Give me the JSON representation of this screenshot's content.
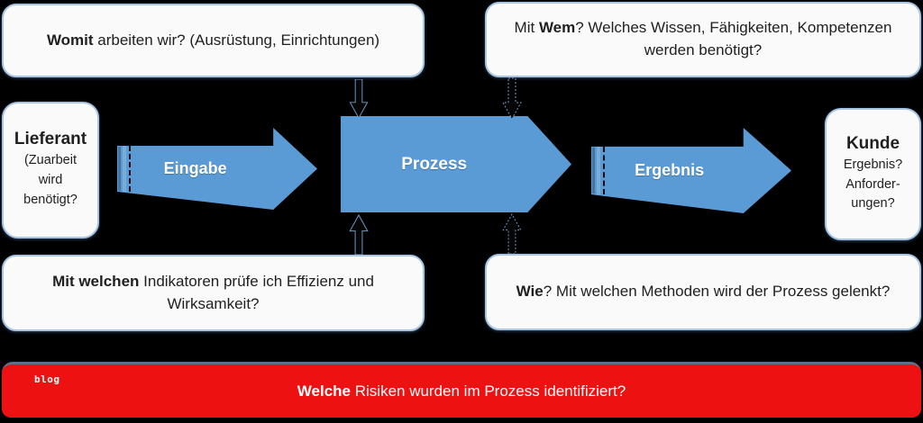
{
  "diagram": {
    "title_hint": "Turtle-Prozessdiagramm",
    "colors": {
      "background": "#000000",
      "arrow_blue": "#5b9bd5",
      "box_fill": "#fafafa",
      "box_border": "#a9c5e2",
      "risk_red": "#ed1111",
      "risk_top_border": "#636e8c",
      "text_dark": "#1f1f1f",
      "text_white": "#ffffff"
    },
    "boxes": {
      "top_left": {
        "bold": "Womit",
        "rest": " arbeiten wir? (Ausrüstung, Einrichtungen)"
      },
      "top_right": {
        "prefix": "Mit ",
        "bold": "Wem",
        "rest": "? Welches Wissen, Fähigkeiten, Kompetenzen werden benötigt?"
      },
      "supplier": {
        "title": "Lieferant",
        "subtitle": "(Zuarbeit\nwird\nbenötigt?"
      },
      "customer": {
        "title": "Kunde",
        "subtitle": "Ergebnis?\nAnforder-\nungen?"
      },
      "bottom_left": {
        "bold": "Mit welchen",
        "rest": " Indikatoren prüfe ich Effizienz und Wirksamkeit?"
      },
      "bottom_right": {
        "bold": "Wie",
        "rest": "? Mit welchen Methoden wird der Prozess gelenkt?"
      }
    },
    "arrows": {
      "input": "Eingabe",
      "process": "Prozess",
      "output": "Ergebnis"
    },
    "risk_bar": {
      "bold": "Welche",
      "rest": " Risiken wurden im Prozess identifiziert?"
    },
    "watermark": "blog"
  }
}
